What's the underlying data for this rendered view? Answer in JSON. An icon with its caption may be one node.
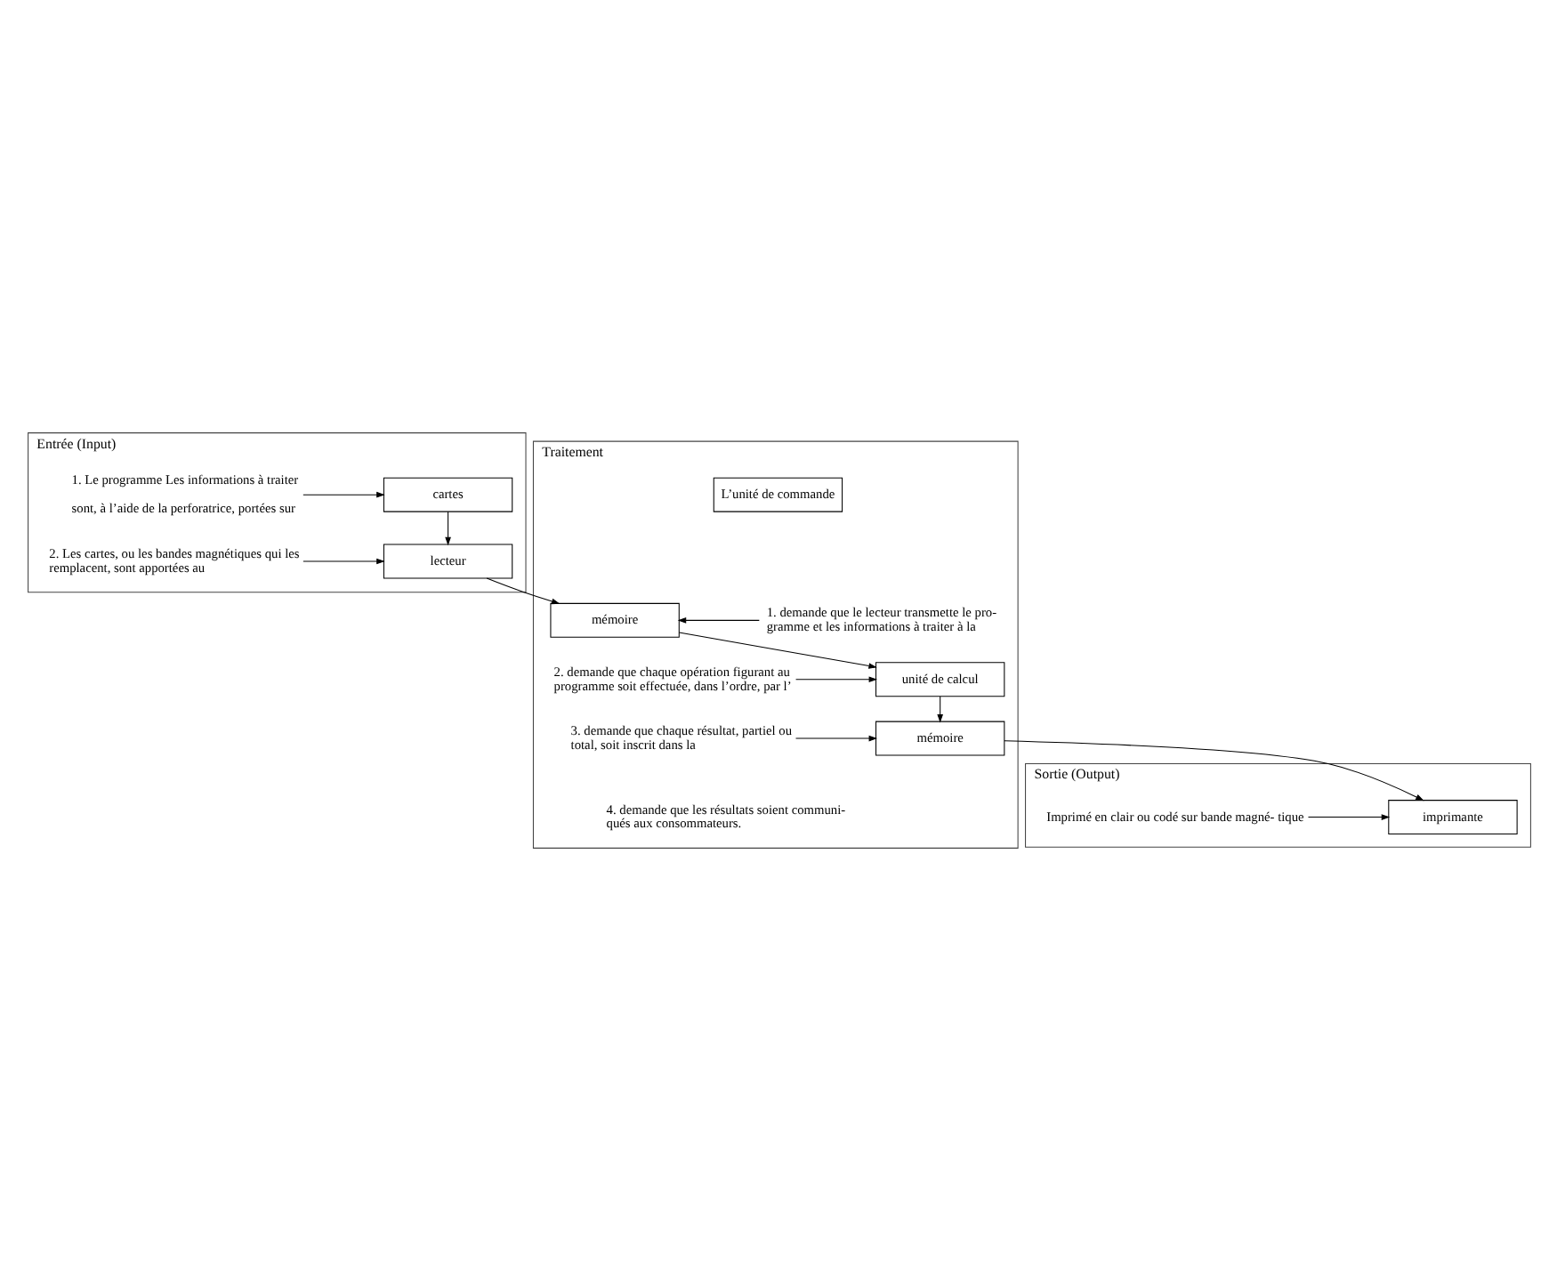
{
  "diagram": {
    "nodes": [
      {
        "text": [
          "Entrée (Input)"
        ]
      },
      {
        "text": [
          "1. Le programme Les informations à traiter",
          "sont, à l’aide de la perforatrice, portées sur"
        ],
        "in": 0
      },
      {
        "text": [
          "cartes"
        ],
        "in": 0
      },
      {
        "text": [
          "2. Les cartes, ou les bandes magnétiques qui les remplacent, sont apportées au"
        ],
        "in": 0
      },
      {
        "text": [
          "lecteur"
        ],
        "in": 0
      },
      {
        "text": [
          "Traitement"
        ]
      },
      {
        "text": [
          "L’unité de commande"
        ],
        "in": 5
      },
      {
        "text": [
          "1. demande que le lecteur transmette le pro- gramme et les informations à traiter à la"
        ],
        "in": 5
      },
      {
        "text": [
          "mémoire"
        ],
        "in": 5
      },
      {
        "text": [
          "2. demande que chaque opération figurant au programme soit effectuée, dans l’ordre, par l’"
        ],
        "in": 5
      },
      {
        "text": [
          "unité de calcul"
        ],
        "in": 5
      },
      {
        "text": [
          "3. demande que chaque résultat, partiel ou total, soit inscrit dans la"
        ],
        "in": 5
      },
      {
        "text": [
          "mémoire"
        ],
        "in": 5
      },
      {
        "text": [
          "4. demande que les résultats soient communi- qués aux consommateurs."
        ],
        "in": 5
      },
      {
        "text": [
          "Sortie (Output)"
        ]
      },
      {
        "text": [
          "Imprimé en clair ou codé sur bande magné- tique"
        ],
        "in": 14
      },
      {
        "text": [
          "imprimante"
        ],
        "in": 14
      }
    ],
    "edges": [
      {
        "from": 1,
        "to": 2,
        "arrow": "to"
      },
      {
        "from": 2,
        "to": 4,
        "arrow": "to"
      },
      {
        "from": 3,
        "to": 4,
        "arrow": "to"
      },
      {
        "from": 4,
        "to": 8,
        "arrow": "to"
      },
      {
        "from": 7,
        "to": 8,
        "arrow": "to"
      },
      {
        "from": 8,
        "to": 10,
        "arrow": "to"
      },
      {
        "from": 9,
        "to": 10,
        "arrow": "to"
      },
      {
        "from": 10,
        "to": 12,
        "arrow": "to"
      },
      {
        "from": 11,
        "to": 12,
        "arrow": "to"
      },
      {
        "from": 12,
        "to": 16,
        "arrow": "to"
      },
      {
        "from": 15,
        "to": 16,
        "arrow": "to"
      }
    ]
  }
}
